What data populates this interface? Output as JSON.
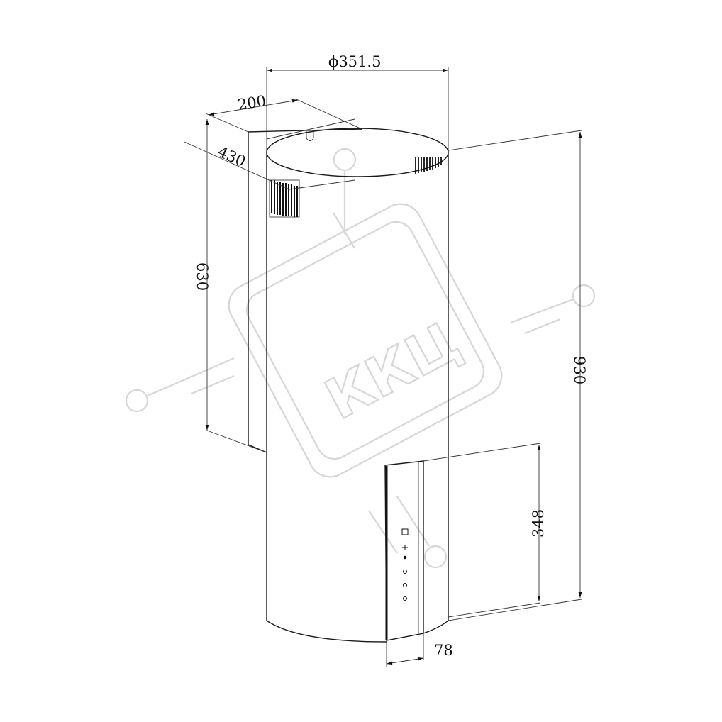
{
  "dimensions": {
    "diameter": "ϕ351.5",
    "bracket_depth": "200",
    "bracket_width": "430",
    "bracket_height": "630",
    "total_height": "930",
    "panel_height": "348",
    "panel_width": "78"
  },
  "watermark": {
    "text": "ККЦ"
  }
}
